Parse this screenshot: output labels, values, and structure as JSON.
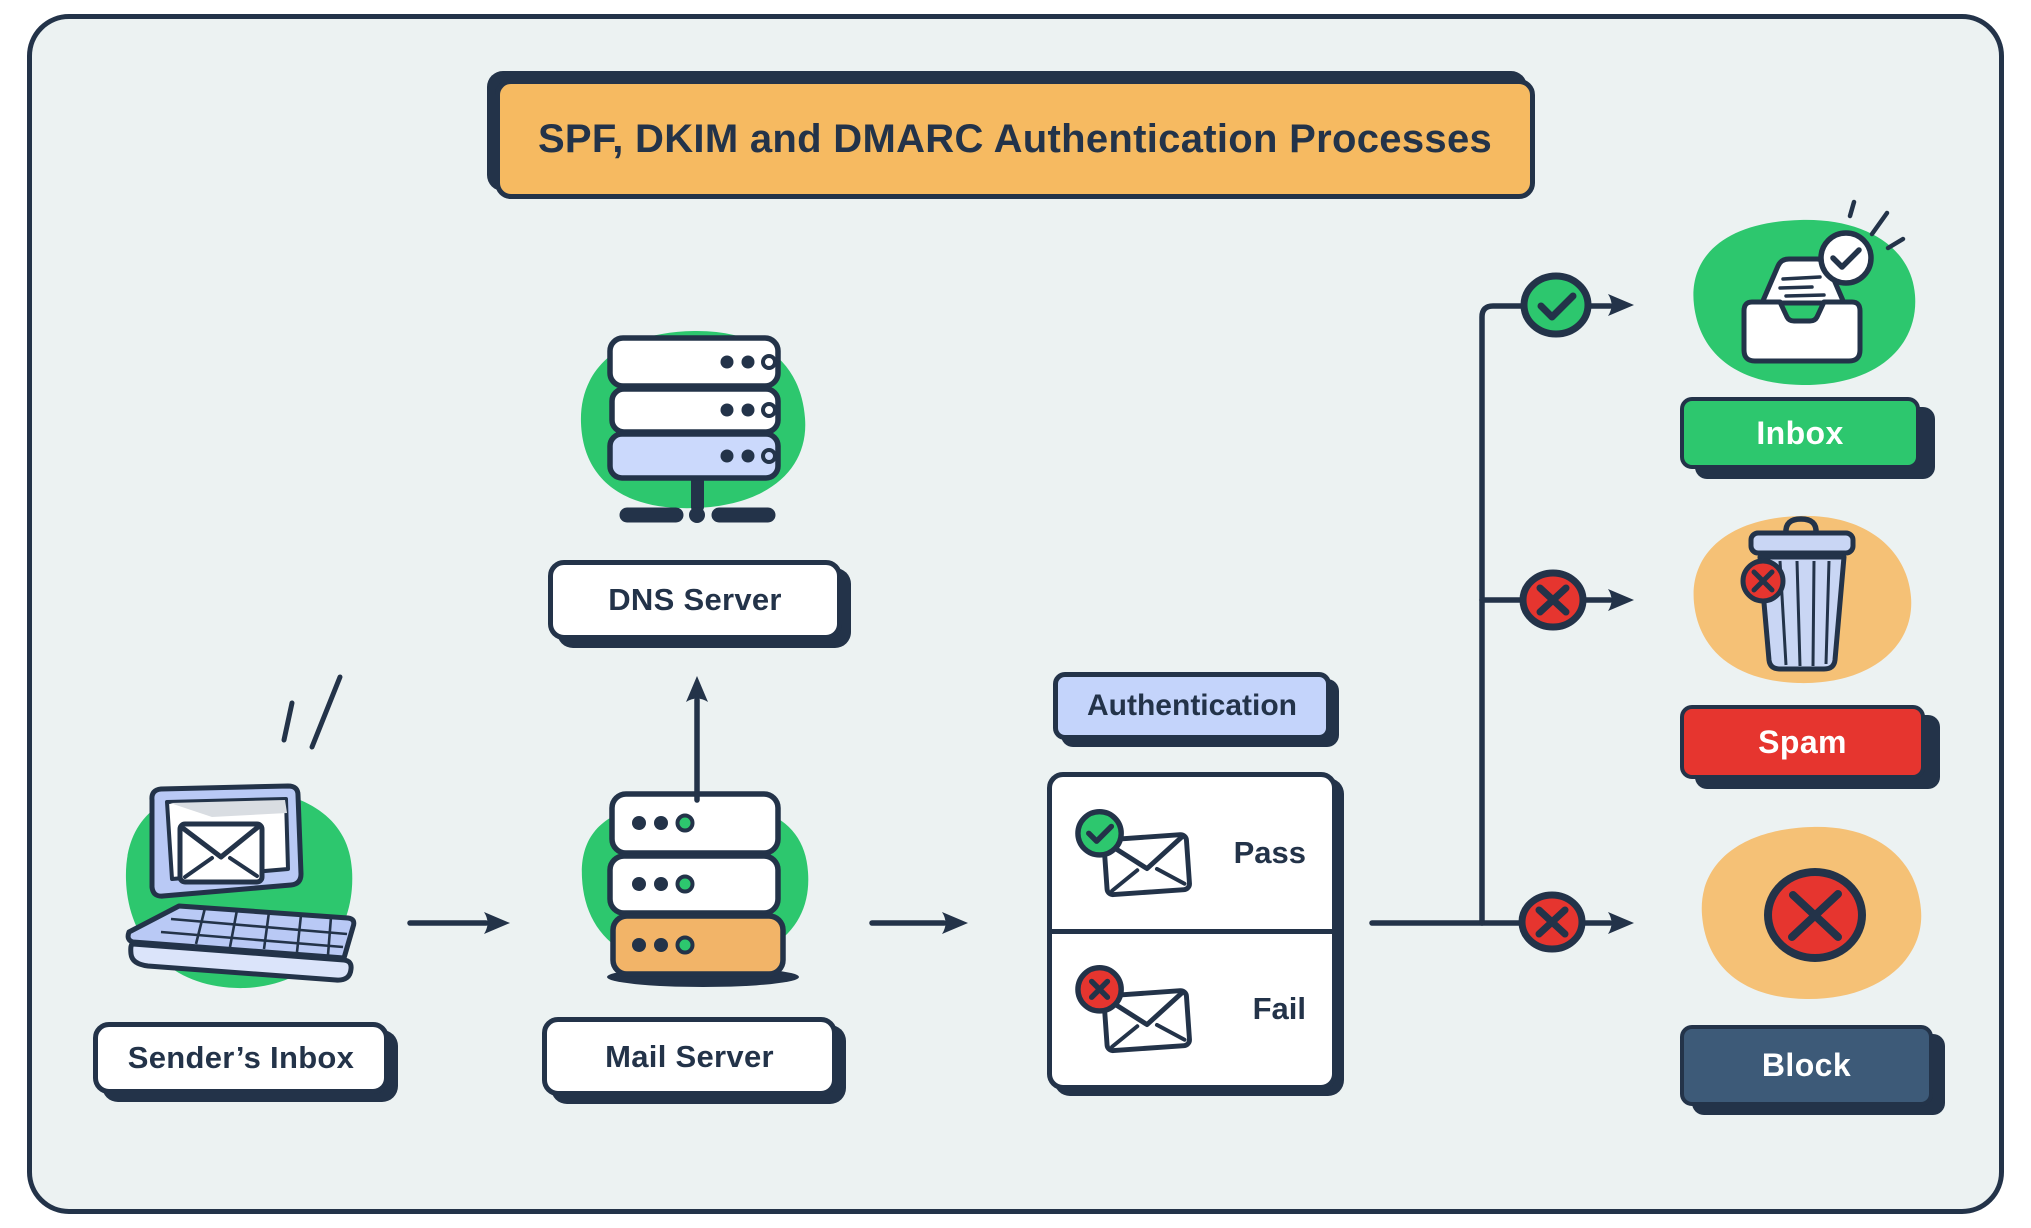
{
  "title": "SPF, DKIM and DMARC Authentication Processes",
  "nodes": {
    "sender": {
      "label": "Sender’s Inbox"
    },
    "mail": {
      "label": "Mail Server"
    },
    "dns": {
      "label": "DNS Server"
    },
    "auth": {
      "label": "Authentication",
      "results": [
        {
          "label": "Pass",
          "status": "pass",
          "icon": "envelope-with-check-badge"
        },
        {
          "label": "Fail",
          "status": "fail",
          "icon": "envelope-with-cross-badge"
        }
      ]
    }
  },
  "branches": [
    {
      "status": "pass",
      "icon": "check-circle",
      "target": "Inbox"
    },
    {
      "status": "fail",
      "icon": "cross-circle",
      "target": "Spam"
    },
    {
      "status": "fail",
      "icon": "cross-circle",
      "target": "Block"
    }
  ],
  "outcomes": [
    {
      "label": "Inbox",
      "status": "pass",
      "color": "#2dc76e",
      "icon": "inbox-tray-with-check"
    },
    {
      "label": "Spam",
      "status": "fail",
      "color": "#e6352f",
      "icon": "trash-can-with-cross"
    },
    {
      "label": "Block",
      "status": "fail",
      "color": "#3d5a78",
      "icon": "cross-circle"
    }
  ],
  "icons": {
    "check": "✓",
    "cross": "✕",
    "arrow": "→"
  },
  "colors": {
    "background": "#ecf2f2",
    "ink": "#233349",
    "green": "#2dc76e",
    "banner_orange": "#f6ba61",
    "blob_orange": "#f5c176",
    "periwinkle": "#c4d4fb",
    "red": "#e6352f",
    "slate": "#3d5a78",
    "white": "#ffffff"
  }
}
